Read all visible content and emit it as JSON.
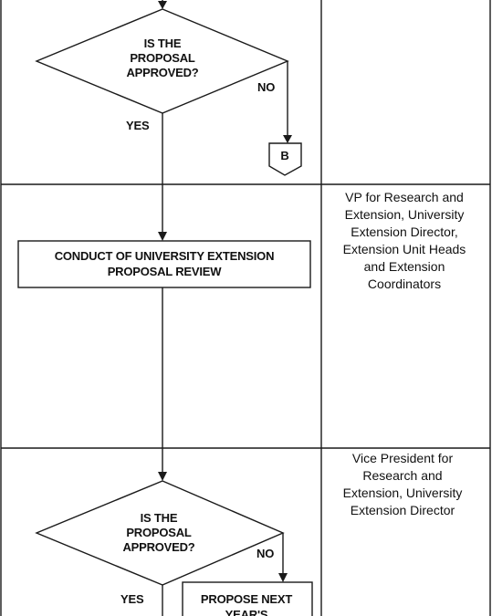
{
  "diagram": {
    "decision_1": {
      "lines": [
        "IS THE",
        "PROPOSAL",
        "APPROVED?"
      ],
      "no_label": "NO",
      "yes_label": "YES"
    },
    "connector_b": {
      "label": "B"
    },
    "process_review": {
      "lines": [
        "CONDUCT OF UNIVERSITY EXTENSION",
        "PROPOSAL REVIEW"
      ]
    },
    "responsible_2": {
      "lines": [
        "VP for Research and",
        "Extension, University",
        "Extension Director,",
        "Extension Unit Heads",
        "and Extension",
        "Coordinators"
      ]
    },
    "responsible_3": {
      "lines": [
        "Vice President for",
        "Research and",
        "Extension, University",
        "Extension Director"
      ]
    },
    "decision_2": {
      "lines": [
        "IS THE",
        "PROPOSAL",
        "APPROVED?"
      ],
      "no_label": "NO",
      "yes_label": "YES"
    },
    "process_propose": {
      "lines": [
        "PROPOSE NEXT",
        "YEAR'S"
      ]
    }
  }
}
